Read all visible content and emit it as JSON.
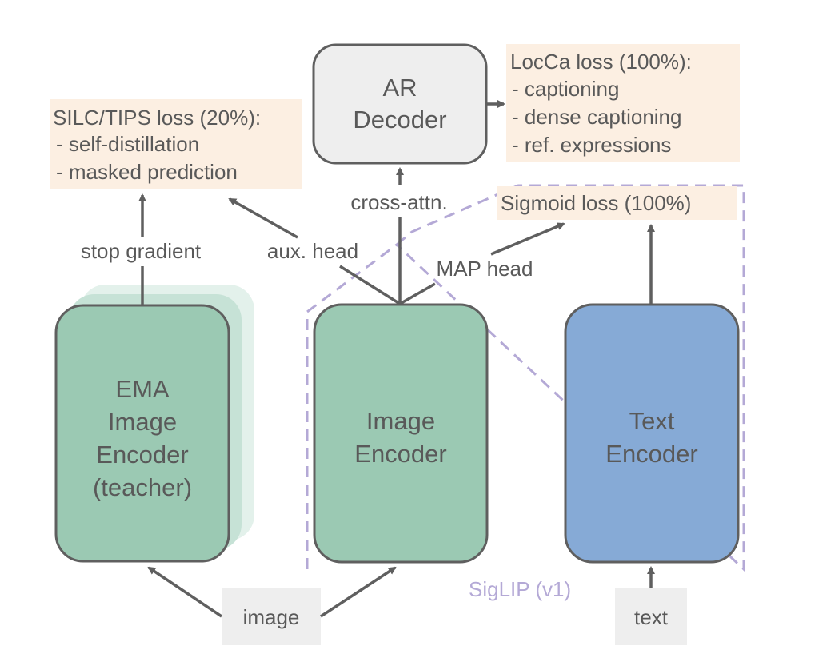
{
  "colors": {
    "ink": "#5f5f5f",
    "loss_box_fill": "#fcefe2",
    "input_box_fill": "#eeeeee",
    "decoder_fill": "#eeeeee",
    "image_encoder_fill": "#9bc9b3",
    "ema_shadow_1": "#c6e2d6",
    "ema_shadow_2": "#e3f1eb",
    "text_encoder_fill": "#86aad6",
    "siglip_dash": "#b4a9d6"
  },
  "loss_boxes": {
    "silc": {
      "title": "SILC/TIPS loss (20%):",
      "items": [
        "-  self-distillation",
        "-  masked prediction"
      ]
    },
    "locca": {
      "title": "LocCa loss (100%):",
      "items": [
        "-  captioning",
        "-  dense captioning",
        "-  ref. expressions"
      ]
    },
    "sigmoid": {
      "title": "Sigmoid loss (100%)"
    }
  },
  "modules": {
    "ar_decoder": [
      "AR",
      "Decoder"
    ],
    "ema_encoder": [
      "EMA",
      "Image",
      "Encoder",
      "(teacher)"
    ],
    "image_encoder": [
      "Image",
      "Encoder"
    ],
    "text_encoder": [
      "Text",
      "Encoder"
    ]
  },
  "edge_labels": {
    "stop_gradient": "stop gradient",
    "aux_head": "aux. head",
    "cross_attn": "cross-attn.",
    "map_head": "MAP head"
  },
  "inputs": {
    "image": "image",
    "text": "text"
  },
  "group_label": "SigLIP (v1)"
}
